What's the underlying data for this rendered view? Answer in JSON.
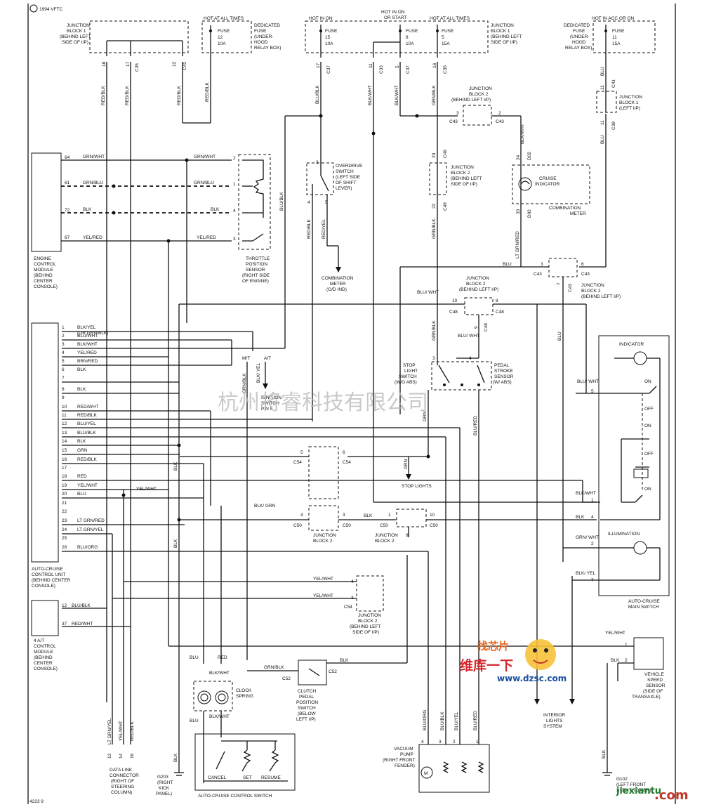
{
  "header": {
    "code": "1994 VFTC",
    "page_ref": "4223 9"
  },
  "fuses": {
    "top_left": {
      "hot": "HOT AT ALL TIMES",
      "name": "FUSE",
      "num": "12",
      "amp": "10A",
      "desc1": "DEDICATED",
      "desc2": "FUSE",
      "desc3": "(UNDER-",
      "desc4": "HOOD",
      "desc5": "RELAY BOX)"
    },
    "jb1_left": {
      "l1": "JUNCTION",
      "l2": "BLOCK 1",
      "l3": "(BEHIND LEFT",
      "l4": "SIDE OF I/P)"
    },
    "center": {
      "hot_a": "HOT IN ON",
      "hot_b1": "HOT IN ON",
      "hot_b2": "OR START",
      "hot_c": "HOT AT ALL TIMES",
      "f1": "15",
      "f2": "8",
      "f3": "5",
      "a1": "10A",
      "a2": "10A",
      "a3": "15A",
      "fuse": "FUSE",
      "jb_l1": "JUNCTION",
      "jb_l2": "BLOCK 1",
      "jb_l3": "(BEHIND LEFT",
      "jb_l4": "SIDE OF I/P)"
    },
    "right": {
      "hot": "HOT IN ACC OR ON",
      "name": "FUSE",
      "num": "11",
      "amp": "15A",
      "d1": "DEDICATED",
      "d2": "FUSE",
      "d3": "(UNDER-",
      "d4": "HOOD",
      "d5": "RELAY BOX)"
    }
  },
  "labels": {
    "ecm": [
      "ENGINE",
      "CONTROL",
      "MODULE",
      "(BEHIND",
      "CENTER",
      "CONSOLE)"
    ],
    "tps": [
      "THROTTLE",
      "POSITION",
      "SENSOR",
      "(RIGHT SIDE",
      "OF ENGINE)"
    ],
    "od": [
      "OVERDRIVE",
      "SWITCH",
      "(LEFT SIDE",
      "OF SHIFT",
      "LEVER)"
    ],
    "comb_meter_od": [
      "COMBINATION",
      "METER",
      "(O/D IND)"
    ],
    "jb2_a": [
      "JUNCTION",
      "BLOCK 2",
      "(BEHIND LEFT I/P)"
    ],
    "jb2_b": [
      "JUNCTION",
      "BLOCK 2",
      "(BEHIND LEFT",
      "SIDE OF I/P)"
    ],
    "cruise_ind": [
      "CRUISE",
      "INDICATOR"
    ],
    "comb_meter": [
      "COMBINATION",
      "METER"
    ],
    "jb1_right": [
      "JUNCTION",
      "BLOCK 1",
      "(LEFT I/P)"
    ],
    "jb2_c": [
      "JUNCTION",
      "BLOCK 2",
      "(BEHIND LEFT I/P)"
    ],
    "jb2_d": [
      "JUNCTION",
      "BLOCK 2",
      "(BEHIND LEFT I/P)"
    ],
    "stop_light": [
      "STOP",
      "LIGHT",
      "SWITCH",
      "(W/O ABS)"
    ],
    "pedal_stroke": [
      "PEDAL",
      "STROKE",
      "SENSOR",
      "(W/ ABS)"
    ],
    "ign_switch": [
      "IGNITION",
      "SWITCH",
      "PIN 5"
    ],
    "stop_lights": "STOP LIGHTS",
    "acu": [
      "AUTO-CRUISE",
      "CONTROL UNIT",
      "(BEHIND CENTER",
      "CONSOLE)"
    ],
    "at_module": [
      "4 A/T",
      "CONTROL",
      "MODULE",
      "(BEHIND",
      "CENTER",
      "CONSOLE)"
    ],
    "jb2_54": [
      "JUNCTION",
      "BLOCK 2"
    ],
    "jb2_50": [
      "JUNCTION",
      "BLOCK 2"
    ],
    "jb2_side": [
      "JUNCTION",
      "BLOCK 2",
      "(BEHIND LEFT",
      "SIDE OF I/P)"
    ],
    "clutch": [
      "CLUTCH",
      "PEDAL",
      "POSITION",
      "SWITCH",
      "(BELOW",
      "LEFT I/P)"
    ],
    "clock_spring": [
      "CLOCK",
      "SPRING"
    ],
    "dlc": [
      "DATA LINK",
      "CONNECTOR",
      "(RIGHT OF",
      "STEERING",
      "COLUMN)"
    ],
    "g203": [
      "G203",
      "(RIGHT",
      "KICK",
      "PANEL)"
    ],
    "acs": "AUTO-CRUISE CONTROL SWITCH",
    "cancel": "CANCEL",
    "set": "SET",
    "resume": "RESUME",
    "vacuum": [
      "VACUUM",
      "PUMP",
      "(RIGHT FRONT",
      "FENDER)"
    ],
    "interior": [
      "INTERIOR",
      "LIGHTS",
      "SYSTEM"
    ],
    "vss": [
      "VEHICLE",
      "SPEED",
      "SENSOR",
      "(SIDE OF",
      "TRANSAXLE)"
    ],
    "g102": [
      "G102",
      "(LEFT FRONT",
      "STRUT TOWER)"
    ],
    "main_switch": [
      "AUTO-CRUISE",
      "MAIN SWITCH"
    ],
    "indicator": "INDICATOR",
    "illumination": "ILLUMINATION",
    "on": "ON",
    "off": "OFF",
    "mt": "M/T",
    "at": "A/T"
  },
  "wires": {
    "red_blk": "RED/BLK",
    "grn_wht": "GRN/WHT",
    "grn_blu": "GRN/BLU",
    "blk": "BLK",
    "yel_red": "YEL/RED",
    "blu_blk": "BLU/BLK",
    "blk_wht": "BLK/WHT",
    "grn_blk": "GRN/BLK",
    "blu": "BLU",
    "red_yel": "RED/YEL",
    "lt_grn_red": "LT GRN/RED",
    "blu_wht": "BLU/ WHT",
    "blk_yel_n": "BLK/ YEL",
    "red": "RED",
    "grn": "GRN",
    "blu_red": "BLU/RED",
    "blk_grn": "BLK/ GRN",
    "yel_wht": "YEL/WHT",
    "grn_wht2": "GRN/ WHT",
    "blu_org": "BLU/ORG",
    "blu_yel": "BLU/YEL",
    "lt_grn_yel": "LT GRN/YEL",
    "red_wht": "RED/WHT"
  },
  "acu_pins": [
    {
      "n": "1",
      "w": "BLK/YEL"
    },
    {
      "n": "",
      "w": "(OR GRN/BLK)"
    },
    {
      "n": "2",
      "w": "BLU/WHT"
    },
    {
      "n": "3",
      "w": "BLK/WHT"
    },
    {
      "n": "4",
      "w": "YEL/RED"
    },
    {
      "n": "5",
      "w": "BRN/RED"
    },
    {
      "n": "6",
      "w": "BLK"
    },
    {
      "n": "7",
      "w": ""
    },
    {
      "n": "8",
      "w": "BLK"
    },
    {
      "n": "9",
      "w": ""
    },
    {
      "n": "10",
      "w": "RED/WHT"
    },
    {
      "n": "11",
      "w": "RED/BLK"
    },
    {
      "n": "12",
      "w": "BLU/YEL"
    },
    {
      "n": "13",
      "w": "BLU/BLK"
    },
    {
      "n": "14",
      "w": "BLK"
    },
    {
      "n": "15",
      "w": "GRN"
    },
    {
      "n": "16",
      "w": "RED/BLK"
    },
    {
      "n": "17",
      "w": ""
    },
    {
      "n": "18",
      "w": "RED"
    },
    {
      "n": "19",
      "w": "YEL/WHT"
    },
    {
      "n": "20",
      "w": "BLU"
    },
    {
      "n": "21",
      "w": ""
    },
    {
      "n": "22",
      "w": ""
    },
    {
      "n": "23",
      "w": "LT GRN/RED"
    },
    {
      "n": "24",
      "w": "LT GRN/YEL"
    },
    {
      "n": "25",
      "w": ""
    },
    {
      "n": "26",
      "w": "BLU/ORG"
    }
  ],
  "connectors": {
    "c41": "C41",
    "c35": "C35",
    "c37": "C37",
    "c33": "C33",
    "c43": "C43",
    "c49": "C49",
    "d02": "D02",
    "c48": "C48",
    "c54": "C54",
    "c50": "C50",
    "c52": "C52",
    "c38": "C38"
  },
  "watermark": "杭州将睿科技有限公司",
  "badge": {
    "brand": "维库一下",
    "url": "www.dzsc.com",
    "site": "jiexiantu",
    "com": ".com",
    "top": "找芯片"
  }
}
